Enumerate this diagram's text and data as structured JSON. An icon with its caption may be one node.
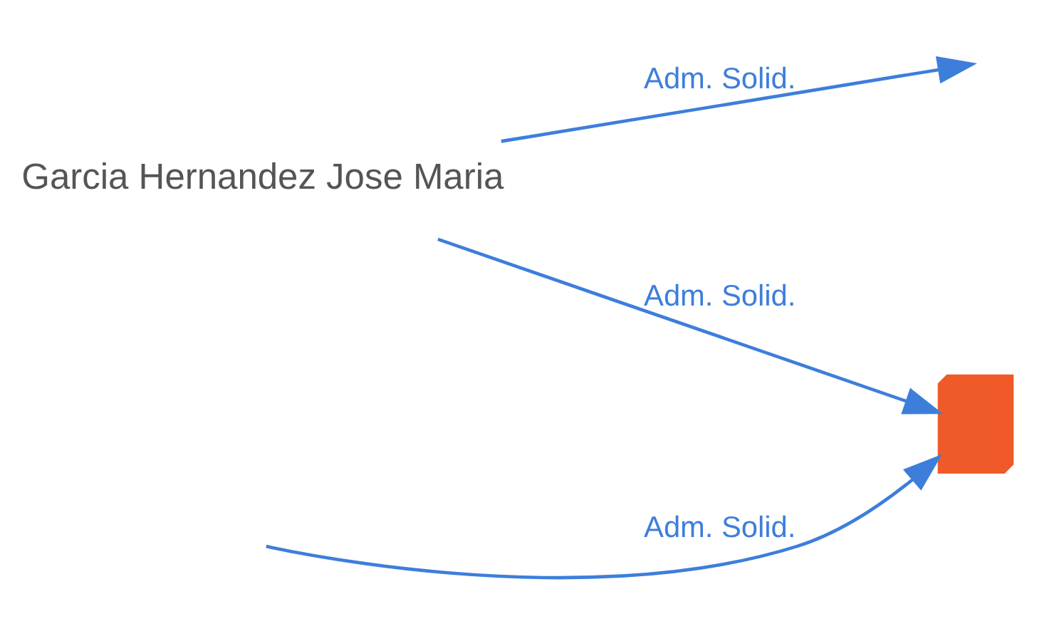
{
  "diagram": {
    "nodes": [
      {
        "text": [],
        "shape": "building"
      },
      {
        "text": [
          "Garcia Hernandez Jose Maria"
        ]
      }
    ],
    "edges": [
      {
        "from": null,
        "to": 0,
        "arrow": "to",
        "label": "Adm. Solid."
      },
      {
        "from": 1,
        "to": 0,
        "arrow": "to",
        "label": "Adm. Solid."
      },
      {
        "from": 1,
        "to": null,
        "arrow": "to",
        "label": "Adm. Solid."
      }
    ]
  }
}
